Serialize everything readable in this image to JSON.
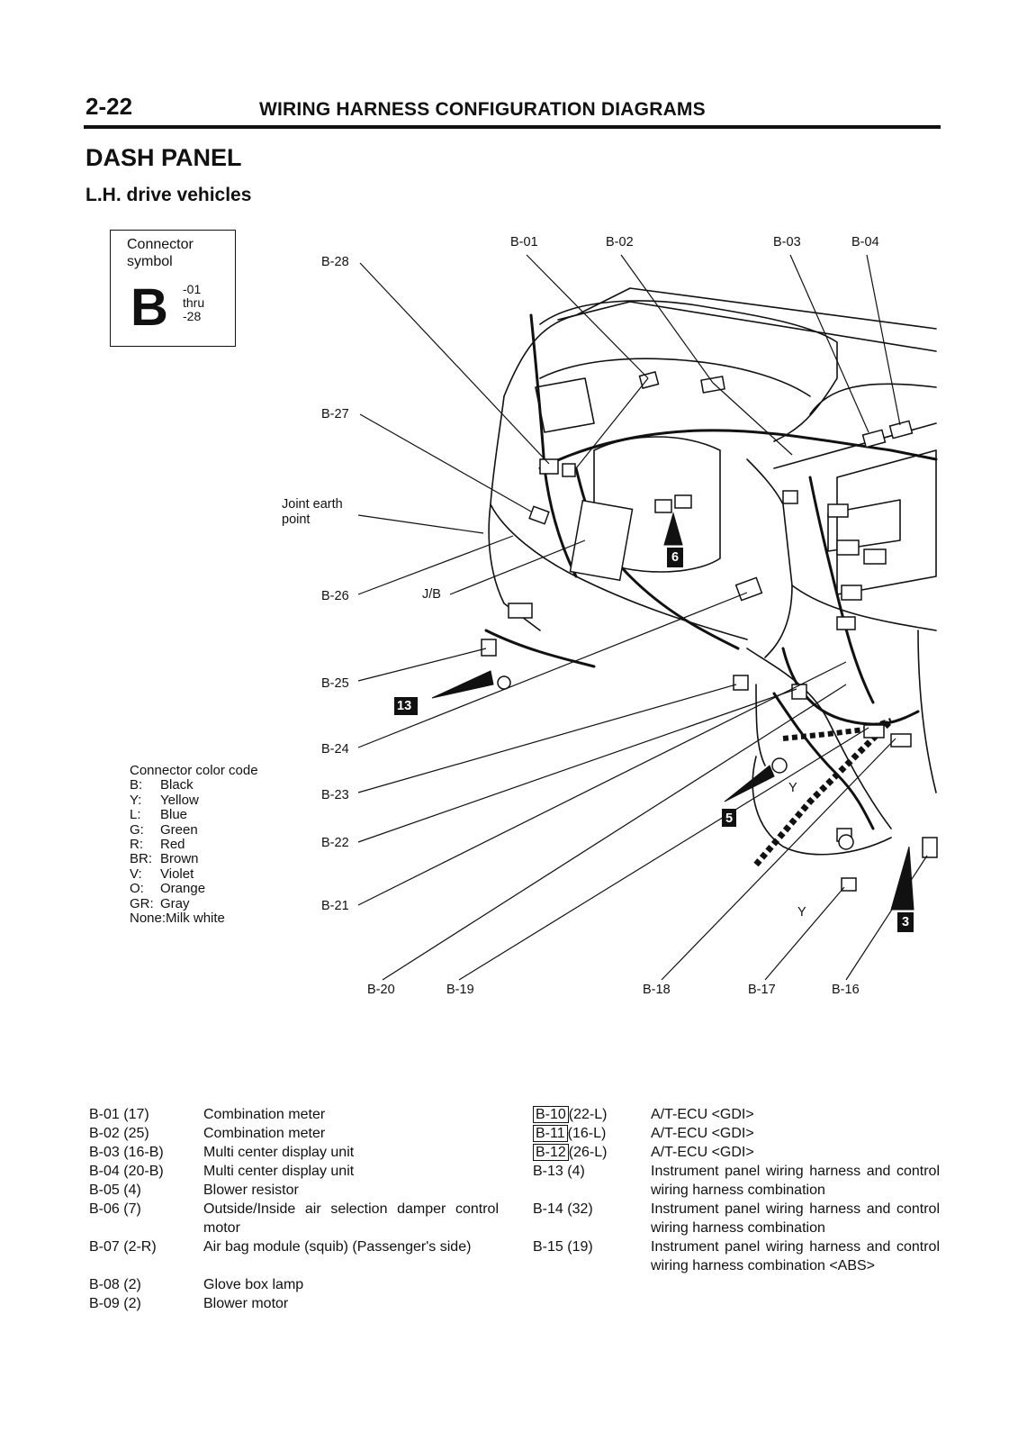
{
  "header": {
    "page_number": "2-22",
    "title": "WIRING HARNESS CONFIGURATION DIAGRAMS"
  },
  "section": {
    "title": "DASH PANEL",
    "subtitle": "L.H. drive vehicles"
  },
  "connector_symbol": {
    "caption_line1": "Connector",
    "caption_line2": "symbol",
    "letter": "B",
    "range_1": "-01",
    "range_2": "thru",
    "range_3": "-28"
  },
  "color_code": {
    "title": "Connector color code",
    "entries": [
      {
        "code": "B:",
        "name": "Black"
      },
      {
        "code": "Y:",
        "name": "Yellow"
      },
      {
        "code": "L:",
        "name": "Blue"
      },
      {
        "code": "G:",
        "name": "Green"
      },
      {
        "code": "R:",
        "name": "Red"
      },
      {
        "code": "BR:",
        "name": "Brown"
      },
      {
        "code": "V:",
        "name": "Violet"
      },
      {
        "code": "O:",
        "name": "Orange"
      },
      {
        "code": "GR:",
        "name": "Gray"
      },
      {
        "code": "None:",
        "name": "Milk white"
      }
    ]
  },
  "callouts": {
    "b01": "B-01",
    "b02": "B-02",
    "b03": "B-03",
    "b04": "B-04",
    "b28": "B-28",
    "b27": "B-27",
    "joint_earth_1": "Joint earth",
    "joint_earth_2": "point",
    "b26": "B-26",
    "jb": "J/B",
    "b25": "B-25",
    "b24": "B-24",
    "b23": "B-23",
    "b22": "B-22",
    "b21": "B-21",
    "b20": "B-20",
    "b19": "B-19",
    "b18": "B-18",
    "b17": "B-17",
    "b16": "B-16",
    "y1": "Y",
    "y2": "Y",
    "ref_6": "6",
    "ref_13": "13",
    "ref_5": "5",
    "ref_3": "3"
  },
  "connectors_left": [
    {
      "code": "B-01 (17)",
      "desc": "Combination meter"
    },
    {
      "code": "B-02 (25)",
      "desc": "Combination meter"
    },
    {
      "code": "B-03 (16-B)",
      "desc": "Multi center display unit"
    },
    {
      "code": "B-04 (20-B)",
      "desc": "Multi center display unit"
    },
    {
      "code": "B-05 (4)",
      "desc": "Blower resistor"
    },
    {
      "code": "B-06 (7)",
      "desc": "Outside/Inside air selection damper control motor"
    },
    {
      "code": "B-07 (2-R)",
      "desc": "Air bag module (squib) (Passenger's side)"
    },
    {
      "code": "B-08 (2)",
      "desc": "Glove box lamp"
    },
    {
      "code": "B-09 (2)",
      "desc": "Blower motor"
    }
  ],
  "connectors_right": [
    {
      "code": "B-10",
      "suffix": "(22-L)",
      "desc": "A/T-ECU <GDI>"
    },
    {
      "code": "B-11",
      "suffix": "(16-L)",
      "desc": "A/T-ECU <GDI>"
    },
    {
      "code": "B-12",
      "suffix": "(26-L)",
      "desc": "A/T-ECU <GDI>"
    },
    {
      "code": "B-13 (4)",
      "suffix": "",
      "desc": "Instrument panel wiring harness and control wiring harness combination"
    },
    {
      "code": "B-14 (32)",
      "suffix": "",
      "desc": "Instrument panel wiring harness and control wiring harness combination"
    },
    {
      "code": "B-15 (19)",
      "suffix": "",
      "desc": "Instrument panel wiring harness and control wiring harness combination <ABS>"
    }
  ]
}
